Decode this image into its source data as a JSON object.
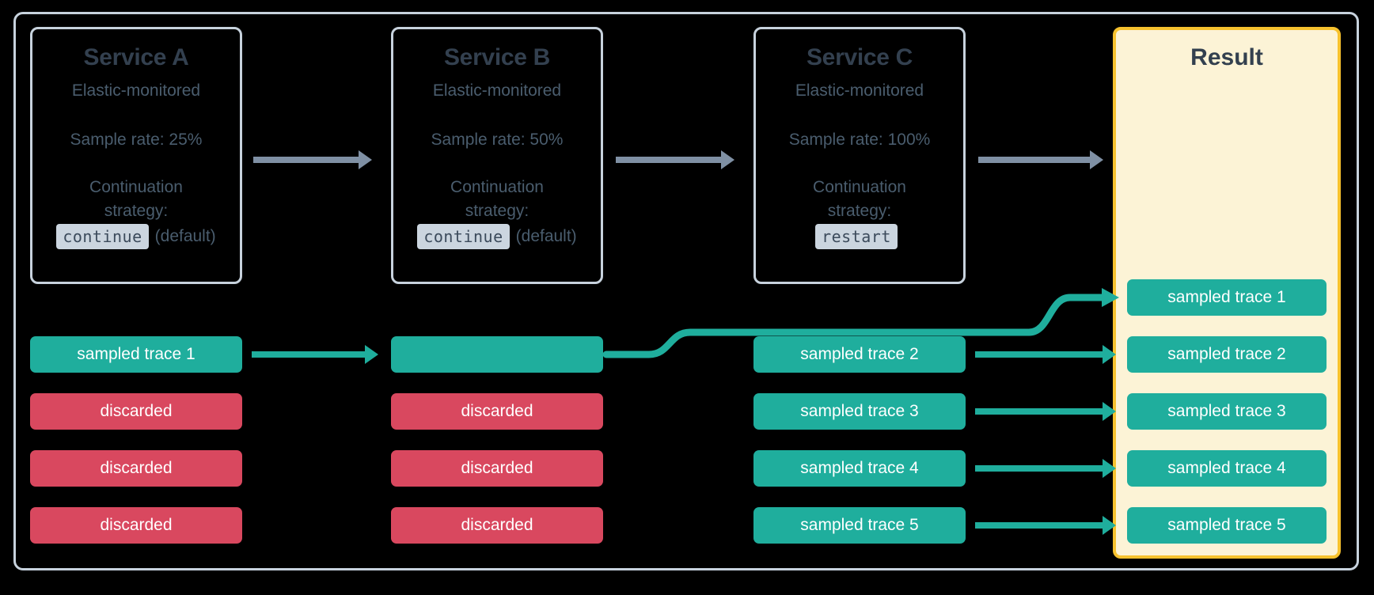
{
  "diagram": {
    "title_semantic": "distributed-tracing-sample-rate-flow",
    "colors": {
      "background": "#000000",
      "frame_border": "#C7D2DD",
      "card_border": "#C7D2DD",
      "heading_text": "#33404F",
      "body_text": "#4A5D6E",
      "code_badge_bg": "#CBD5DF",
      "code_badge_text": "#3B4A5B",
      "sampled_chip": "#1FAE9D",
      "discarded_chip": "#D9485F",
      "result_panel_bg": "#FCF3D6",
      "result_panel_border": "#F7C22E",
      "gray_arrow": "#7F90A4",
      "teal_arrow": "#1FAE9D"
    },
    "services": [
      {
        "name": "Service A",
        "monitored": "Elastic-monitored",
        "sample_rate": "Sample rate: 25%",
        "strategy_label_line1": "Continuation",
        "strategy_label_line2": "strategy:",
        "strategy_code": "continue",
        "strategy_note": "(default)"
      },
      {
        "name": "Service B",
        "monitored": "Elastic-monitored",
        "sample_rate": "Sample rate: 50%",
        "strategy_label_line1": "Continuation",
        "strategy_label_line2": "strategy:",
        "strategy_code": "continue",
        "strategy_note": "(default)"
      },
      {
        "name": "Service C",
        "monitored": "Elastic-monitored",
        "sample_rate": "Sample rate: 100%",
        "strategy_label_line1": "Continuation",
        "strategy_label_line2": "strategy:",
        "strategy_code": "restart",
        "strategy_note": ""
      }
    ],
    "result": {
      "title": "Result",
      "traces": [
        "sampled trace 1",
        "sampled trace 2",
        "sampled trace 3",
        "sampled trace 4",
        "sampled trace 5"
      ]
    },
    "columns": {
      "service_a_traces": [
        "sampled trace 1",
        "discarded",
        "discarded",
        "discarded"
      ],
      "service_b_traces": [
        "",
        "discarded",
        "discarded",
        "discarded"
      ],
      "service_c_traces": [
        "",
        "sampled trace 2",
        "sampled trace 3",
        "sampled trace 4",
        "sampled trace 5"
      ]
    }
  }
}
